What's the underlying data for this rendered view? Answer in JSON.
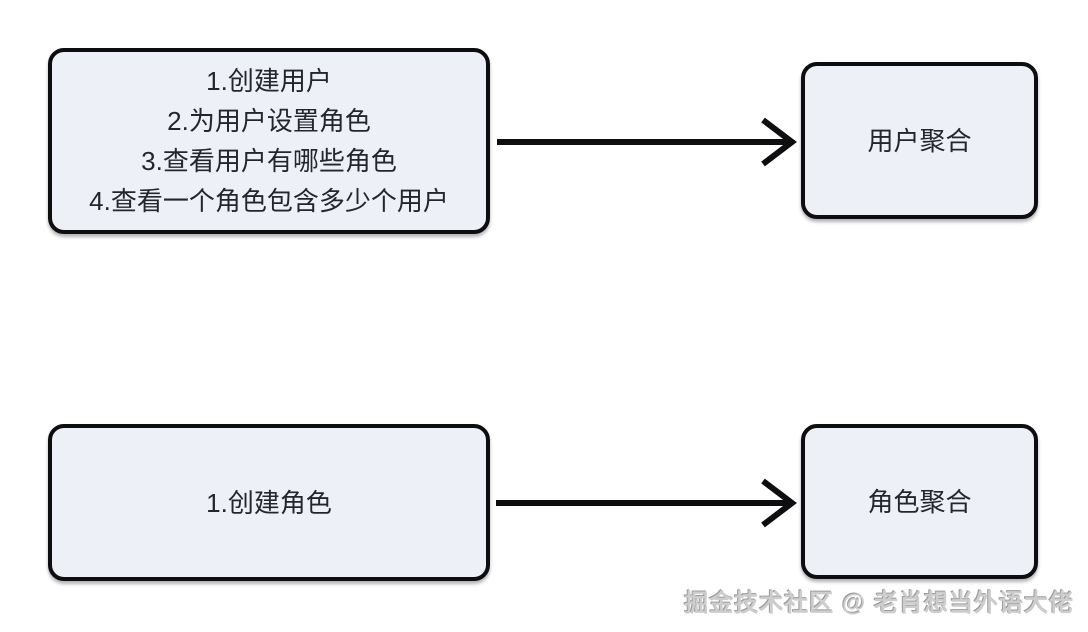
{
  "diagram": {
    "background_color": "#ffffff",
    "node_fill_color": "#eef0f7",
    "node_border_color": "#0e0e10",
    "node_text_color": "#24262c",
    "arrow_color": "#0e0e10",
    "watermark_color": "#cdcdcd",
    "nodes": {
      "user_commands": {
        "lines": [
          "1.创建用户",
          "2.为用户设置角色",
          "3.查看用户有哪些角色",
          "4.查看一个角色包含多少个用户"
        ]
      },
      "user_aggregate": {
        "label": "用户聚合"
      },
      "role_commands": {
        "label": "1.创建角色"
      },
      "role_aggregate": {
        "label": "角色聚合"
      }
    },
    "edges": [
      {
        "from": "user_commands",
        "to": "user_aggregate"
      },
      {
        "from": "role_commands",
        "to": "role_aggregate"
      }
    ],
    "watermark": {
      "text": "掘金技术社区 @ 老肖想当外语大佬"
    }
  }
}
